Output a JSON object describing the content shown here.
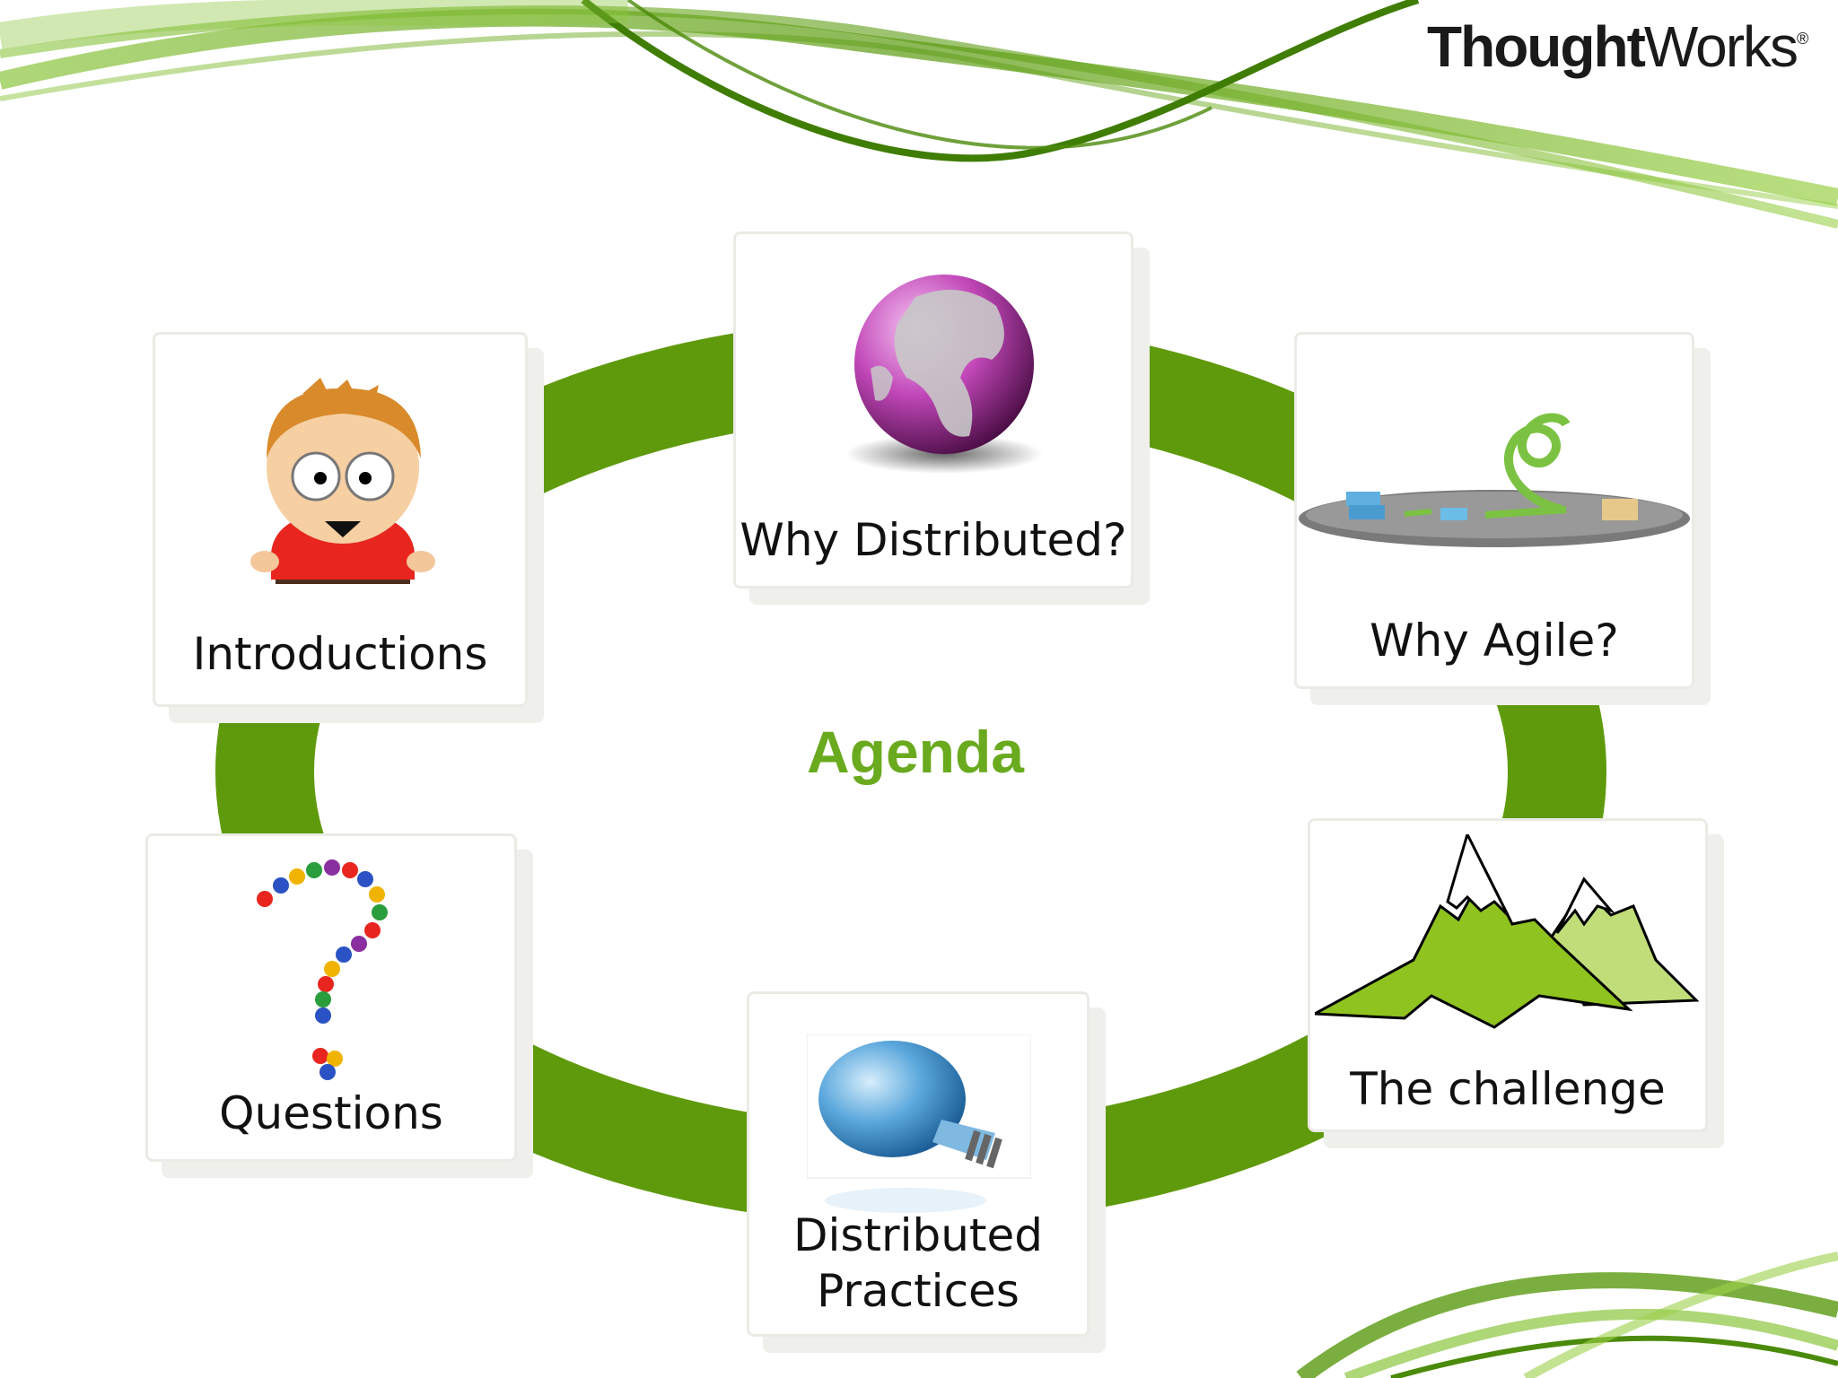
{
  "brand": {
    "logo_bold": "Thought",
    "logo_regular": "Works",
    "logo_mark": "®",
    "accent_color": "#5f9a0c"
  },
  "center_title": "Agenda",
  "items": [
    {
      "label": "Introductions",
      "icon": "cartoon-person-icon"
    },
    {
      "label": "Why Distributed?",
      "icon": "globe-icon"
    },
    {
      "label": "Why Agile?",
      "icon": "agile-cycle-icon"
    },
    {
      "label": "The challenge",
      "icon": "mountains-icon"
    },
    {
      "label_line1": "Distributed",
      "label_line2": "Practices",
      "icon": "lightbulb-icon"
    },
    {
      "label": "Questions",
      "icon": "question-mark-crowd-icon"
    }
  ]
}
